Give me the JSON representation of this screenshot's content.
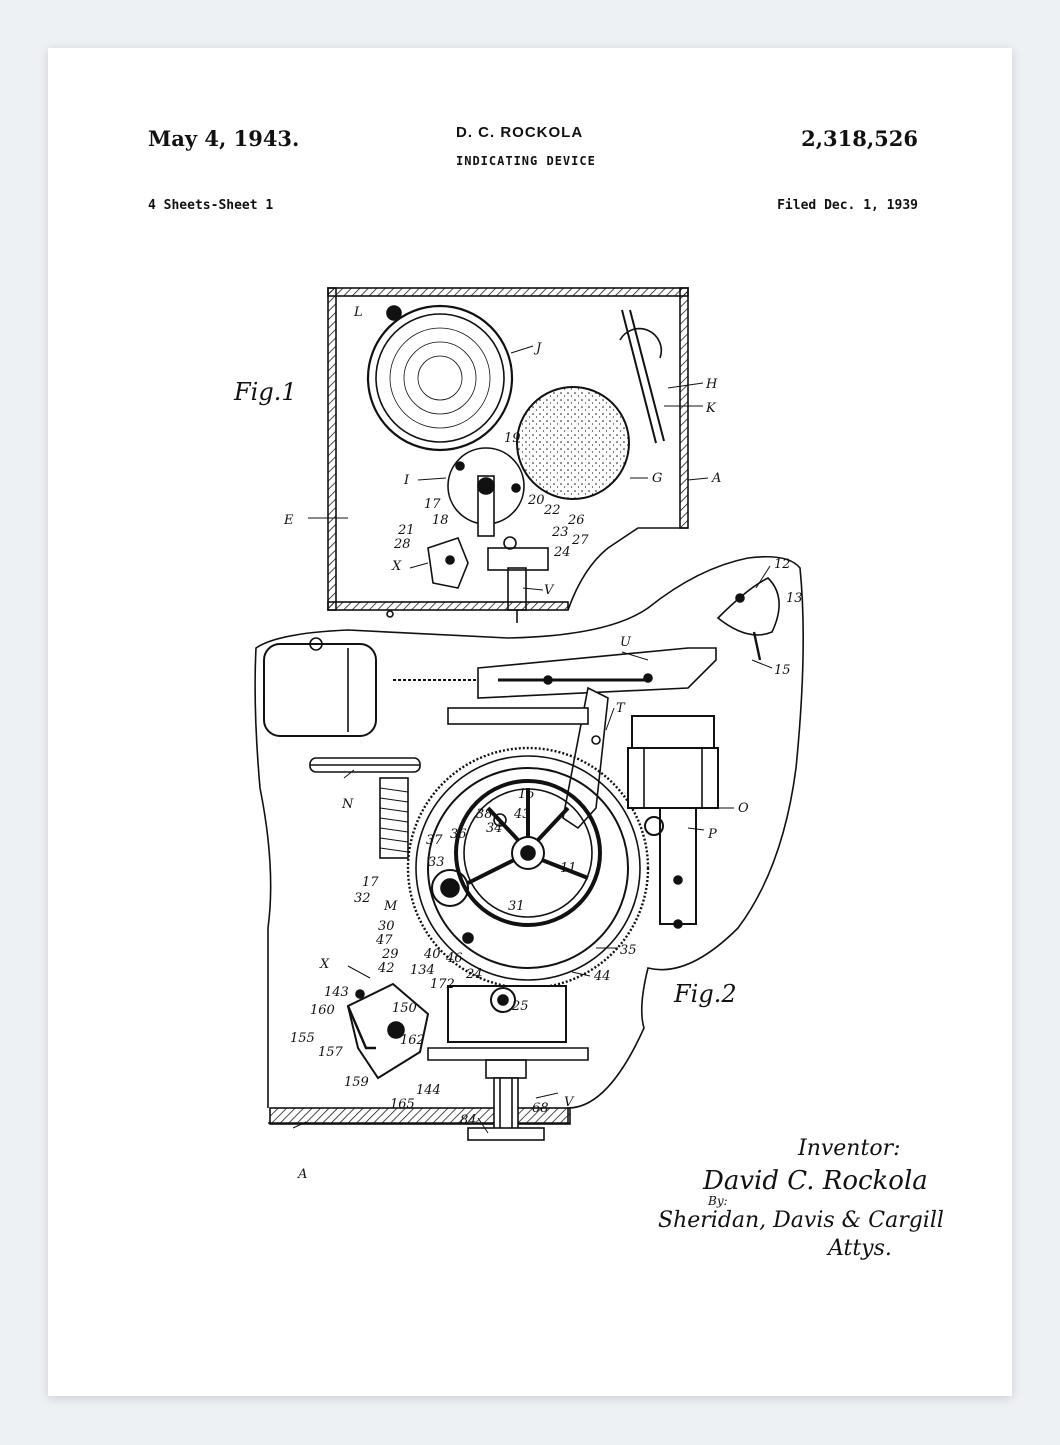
{
  "header": {
    "date": "May 4, 1943.",
    "inventor": "D. C. ROCKOLA",
    "title": "INDICATING DEVICE",
    "patent_number": "2,318,526",
    "sheets": "4 Sheets-Sheet 1",
    "filed": "Filed Dec. 1, 1939"
  },
  "figures": {
    "fig1": "Fig.1",
    "fig2": "Fig.2"
  },
  "labels_fig1": [
    "L",
    "J",
    "H",
    "K",
    "G",
    "A",
    "I",
    "19",
    "17",
    "20",
    "22",
    "26",
    "18",
    "21",
    "23",
    "28",
    "27",
    "24",
    "E",
    "X",
    "V"
  ],
  "labels_fig2": [
    "12",
    "13",
    "15",
    "U",
    "T",
    "N",
    "O",
    "P",
    "16",
    "38",
    "43",
    "34",
    "37",
    "36",
    "33",
    "11",
    "17",
    "32",
    "M",
    "31",
    "30",
    "47",
    "29",
    "35",
    "40",
    "46",
    "42",
    "134",
    "172",
    "24",
    "25",
    "44",
    "X",
    "143",
    "160",
    "150",
    "155",
    "162",
    "157",
    "159",
    "165",
    "144",
    "84",
    "68",
    "V",
    "A"
  ],
  "signature": {
    "inventor_label": "Inventor:",
    "inventor_name": "David C. Rockola",
    "by": "By:",
    "attorneys": "Sheridan, Davis & Cargill",
    "attys_label": "Attys."
  },
  "colors": {
    "ink": "#111111",
    "paper": "#ffffff",
    "backdrop": "#eef1f4"
  }
}
